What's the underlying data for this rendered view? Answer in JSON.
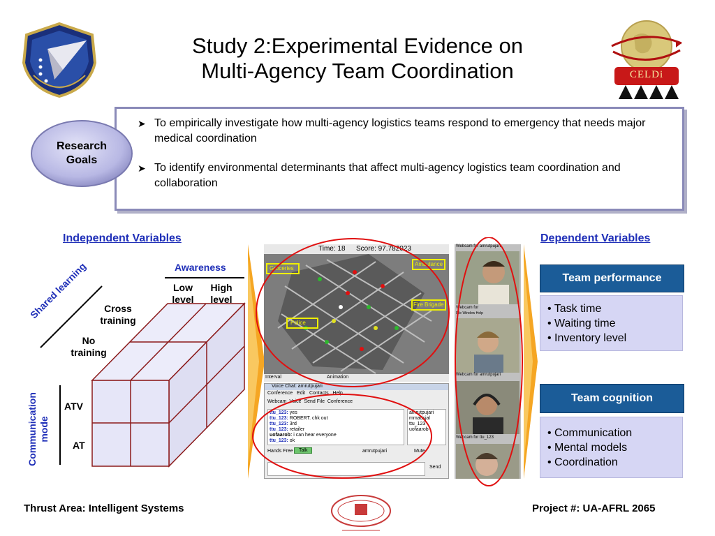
{
  "title": {
    "line1": "Study 2:Experimental Evidence on",
    "line2": "Multi-Agency Team Coordination"
  },
  "research_goals": {
    "label_line1": "Research",
    "label_line2": "Goals",
    "items": [
      "To empirically investigate how multi-agency logistics teams respond to emergency that needs major medical coordination",
      "To identify environmental determinants that affect multi-agency logistics team coordination and collaboration"
    ]
  },
  "independent_variables": {
    "heading": "Independent Variables",
    "awareness": "Awareness",
    "low_level_1": "Low",
    "low_level_2": "level",
    "high_level_1": "High",
    "high_level_2": "level",
    "shared_learning": "Shared learning",
    "cross_training_1": "Cross",
    "cross_training_2": "training",
    "no_training_1": "No",
    "no_training_2": "training",
    "communication_mode_1": "Communication",
    "communication_mode_2": "mode",
    "atv": "ATV",
    "at": "AT"
  },
  "simulation": {
    "time": "Time: 18",
    "score": "Score: 97.782023",
    "labels": [
      "Groceries",
      "Ambulance",
      "Police",
      "Fire Brigade"
    ],
    "interval": "Interval",
    "animation": "Animation"
  },
  "chat_window": {
    "title": "Voice Chat: amrutpujari",
    "menus": [
      "Conference",
      "Edit",
      "Contacts",
      "Help"
    ],
    "toolbar": [
      "Webcam",
      "Voice",
      "Send File",
      "Conference"
    ],
    "lines": [
      {
        "user": "ttu_123:",
        "text": "yes"
      },
      {
        "user": "ttu_123:",
        "text": "ROBERT. chk out"
      },
      {
        "user": "ttu_123:",
        "text": "3rd"
      },
      {
        "user": "ttu_123:",
        "text": "retailer"
      },
      {
        "user": "uofaarob:",
        "text": "i can hear everyone"
      },
      {
        "user": "ttu_123:",
        "text": "ok"
      }
    ],
    "contacts": [
      "amrutpujari",
      "mmadsjal",
      "ttu_123",
      "uofaarob"
    ],
    "hands_free": "Hands Free",
    "talk": "Talk",
    "mute": "Mute",
    "send": "Send",
    "speaker": "amrutpujari"
  },
  "webcams": {
    "titles": [
      "Webcam for amrutpujari",
      "Webcam for",
      "Webcam for amrutpujari",
      "Webcam for ttu_123"
    ],
    "menu": "File  Window  Help"
  },
  "dependent_variables": {
    "heading": "Dependent Variables",
    "team_performance": {
      "title": "Team performance",
      "items": [
        "Task time",
        "Waiting time",
        "Inventory level"
      ]
    },
    "team_cognition": {
      "title": "Team cognition",
      "items": [
        "Communication",
        "Mental models",
        "Coordination"
      ]
    }
  },
  "logo_right": {
    "text": "CELDi"
  },
  "footer": {
    "left": "Thrust Area: Intelligent Systems",
    "right": "Project #: UA-AFRL 2065"
  },
  "colors": {
    "accent_blue": "#1f2fb8",
    "header_box": "#1b5c98",
    "list_box": "#d6d6f4",
    "cube_face": "#e8e8f8",
    "cube_edge": "#8b1a1a",
    "highlight_red": "#e01010",
    "arrow_orange": "#f5a623"
  }
}
